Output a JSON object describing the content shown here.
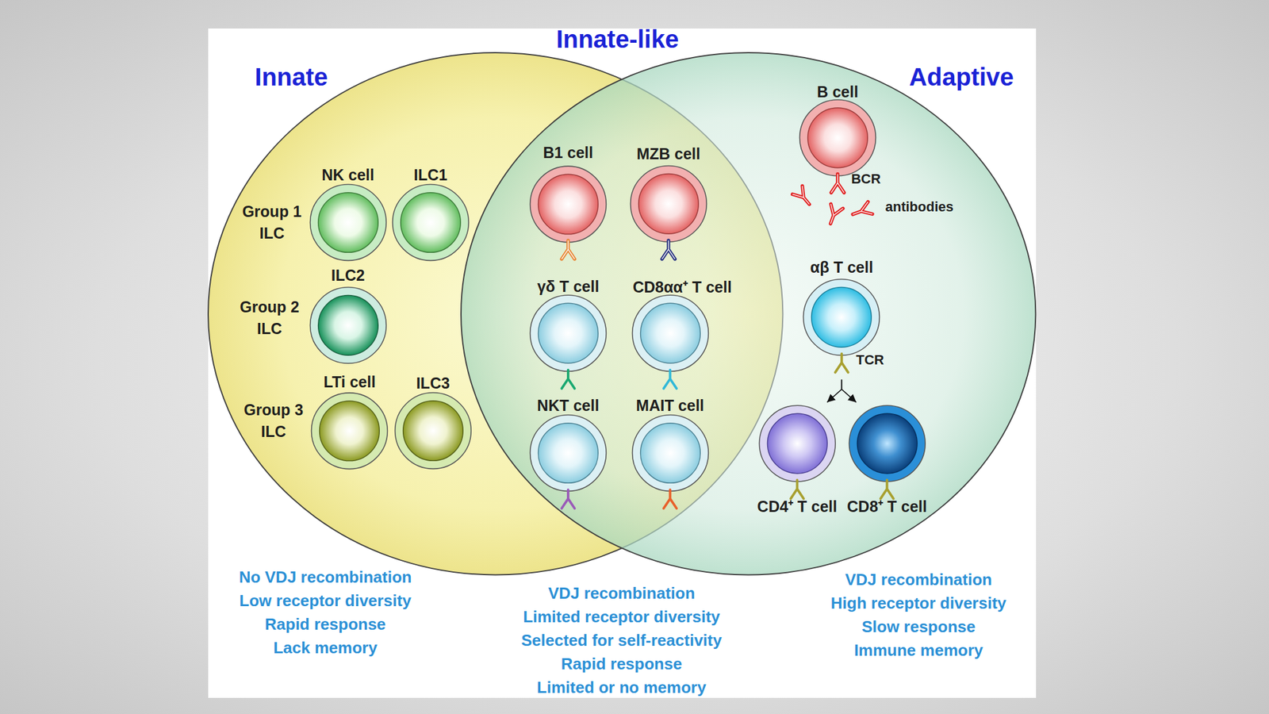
{
  "diagram": {
    "nodes": [
      {
        "text": [
          "Innate"
        ]
      },
      {
        "text": [
          "Adaptive"
        ]
      },
      {
        "text": [
          "Innate-like"
        ]
      },
      {
        "text": [
          "NK cell"
        ],
        "in": 0
      },
      {
        "text": [
          "ILC1"
        ],
        "in": 0
      },
      {
        "text": [
          "ILC2"
        ],
        "in": 0
      },
      {
        "text": [
          "LTi cell"
        ],
        "in": 0
      },
      {
        "text": [
          "ILC3"
        ],
        "in": 0
      },
      {
        "text": [
          "B1 cell"
        ],
        "in": 2
      },
      {
        "text": [
          "MZB cell"
        ],
        "in": 2
      },
      {
        "text": [
          "γδ T cell"
        ],
        "in": 2
      },
      {
        "text": [
          "CD8αα⁺ T cell"
        ],
        "in": 2
      },
      {
        "text": [
          "NKT cell"
        ],
        "in": 2
      },
      {
        "text": [
          "MAIT cell"
        ],
        "in": 2
      },
      {
        "text": [
          "B cell"
        ],
        "in": 1
      },
      {
        "text": [
          "αβ T cell"
        ],
        "in": 1
      },
      {
        "text": [
          "CD4⁺ T cell"
        ],
        "in": 1
      },
      {
        "text": [
          "CD8⁺ T cell"
        ],
        "in": 1
      }
    ],
    "edges": [
      {
        "from": 15,
        "to": 16,
        "arrow": "to"
      },
      {
        "from": 15,
        "to": 17,
        "arrow": "to"
      }
    ],
    "labels": [
      "Group 1 ILC",
      "Group 2 ILC",
      "Group 3 ILC",
      "BCR",
      "antibodies",
      "TCR",
      "No VDJ recombination",
      "Low receptor diversity",
      "Rapid response",
      "Lack memory",
      "VDJ recombination",
      "Limited receptor diversity",
      "Selected for self-reactivity",
      "Rapid response",
      "Limited or no memory",
      "VDJ recombination",
      "High receptor diversity",
      "Slow response",
      "Immune memory"
    ]
  }
}
